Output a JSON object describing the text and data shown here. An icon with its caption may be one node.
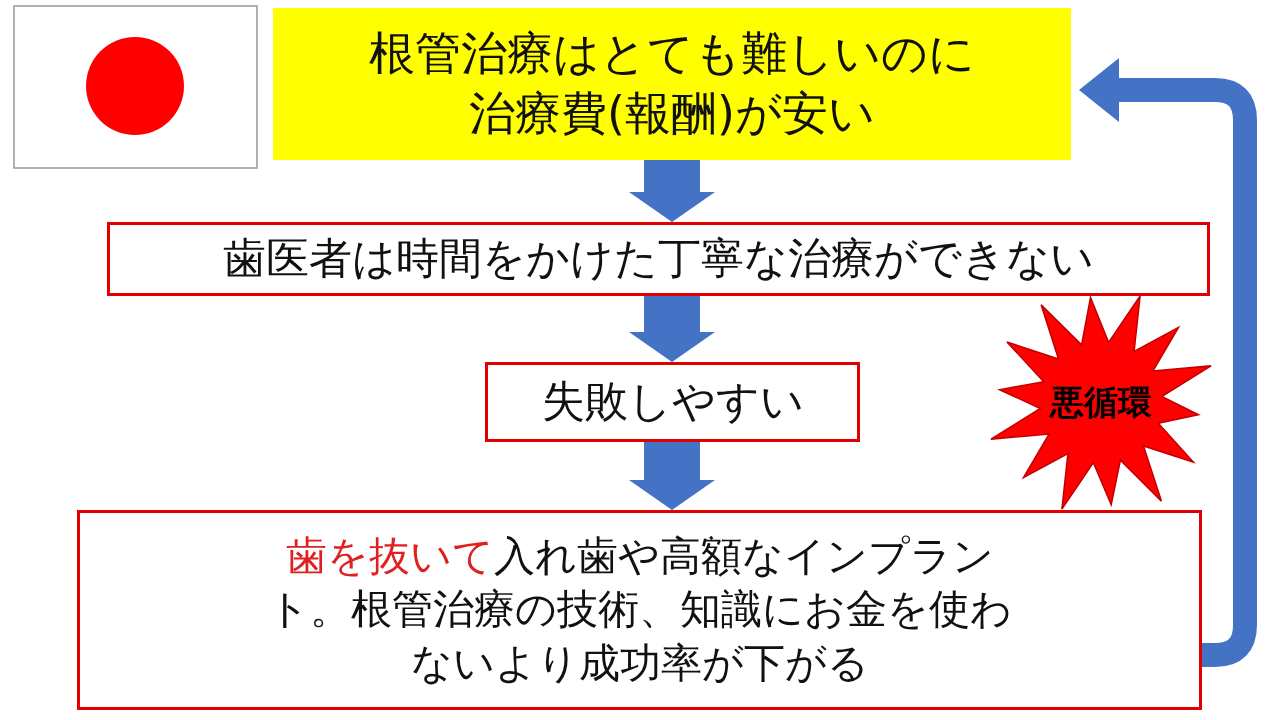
{
  "diagram": {
    "nodes": [
      {
        "text": [
          "根管治療はとても難しいのに治療費(報酬)が安い"
        ]
      },
      {
        "text": [
          "歯医者は時間をかけた丁寧な治療ができない"
        ]
      },
      {
        "text": [
          "失敗しやすい"
        ]
      },
      {
        "text": [
          "歯を抜いて",
          "入れ歯や高額なインプラント。根管治療の技術、知識にお金を使わないより成功率が下がる"
        ]
      },
      {
        "text": [
          "悪循環"
        ]
      }
    ],
    "edges": [
      {
        "from": 0,
        "to": 1,
        "arrow": "to"
      },
      {
        "from": 1,
        "to": 2,
        "arrow": "to"
      },
      {
        "from": 2,
        "to": 3,
        "arrow": "to"
      },
      {
        "from": 3,
        "to": 0,
        "arrow": "to"
      }
    ]
  }
}
